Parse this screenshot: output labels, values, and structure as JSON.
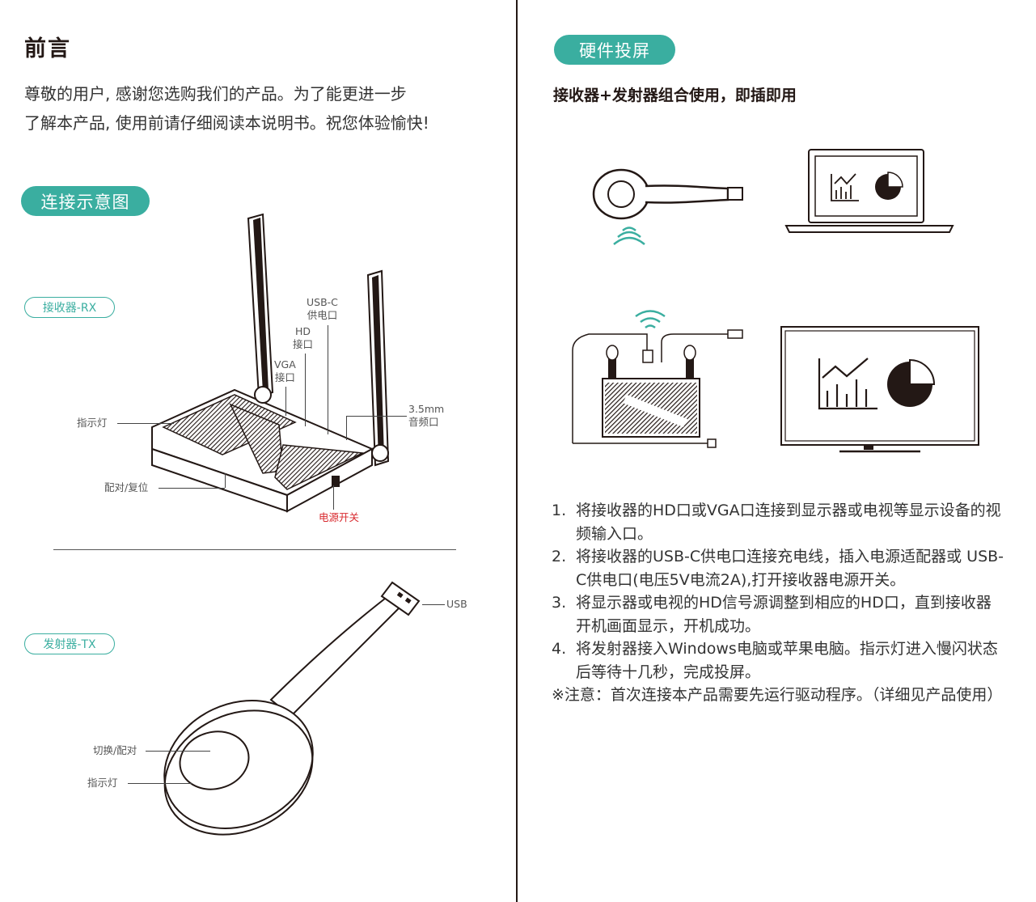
{
  "left": {
    "title": "前言",
    "intro_line1": "尊敬的用户, 感谢您选购我们的产品。为了能更进一步",
    "intro_line2": "了解本产品, 使用前请仔细阅读本说明书。祝您体验愉快!",
    "section_pill": "连接示意图",
    "receiver": {
      "pill": "接收器-RX",
      "labels": {
        "usbc_1": "USB-C",
        "usbc_2": "供电口",
        "hd_1": "HD",
        "hd_2": "接口",
        "vga_1": "VGA",
        "vga_2": "接口",
        "audio_1": "3.5mm",
        "audio_2": "音频口",
        "indicator": "指示灯",
        "pair_reset": "配对/复位",
        "power": "电源开关"
      }
    },
    "transmitter": {
      "pill": "发射器-TX",
      "labels": {
        "usb": "USB",
        "switch_pair": "切换/配对",
        "indicator": "指示灯"
      }
    }
  },
  "right": {
    "section_pill": "硬件投屏",
    "subhead": "接收器+发射器组合使用，即插即用",
    "steps": [
      {
        "num": "1.",
        "text": "将接收器的HD口或VGA口连接到显示器或电视等显示设备的视频输入口。"
      },
      {
        "num": "2.",
        "text": "将接收器的USB-C供电口连接充电线，插入电源适配器或 USB-C供电口(电压5V电流2A),打开接收器电源开关。"
      },
      {
        "num": "3.",
        "text": "将显示器或电视的HD信号源调整到相应的HD口，直到接收器开机画面显示，开机成功。"
      },
      {
        "num": "4.",
        "text": "将发射器接入Windows电脑或苹果电脑。指示灯进入慢闪状态后等待十几秒，完成投屏。"
      }
    ],
    "note": "※注意：首次连接本产品需要先运行驱动程序。（详细见产品使用）"
  },
  "colors": {
    "accent": "#3aaea0",
    "text": "#231815",
    "power_label": "#d8282d"
  }
}
